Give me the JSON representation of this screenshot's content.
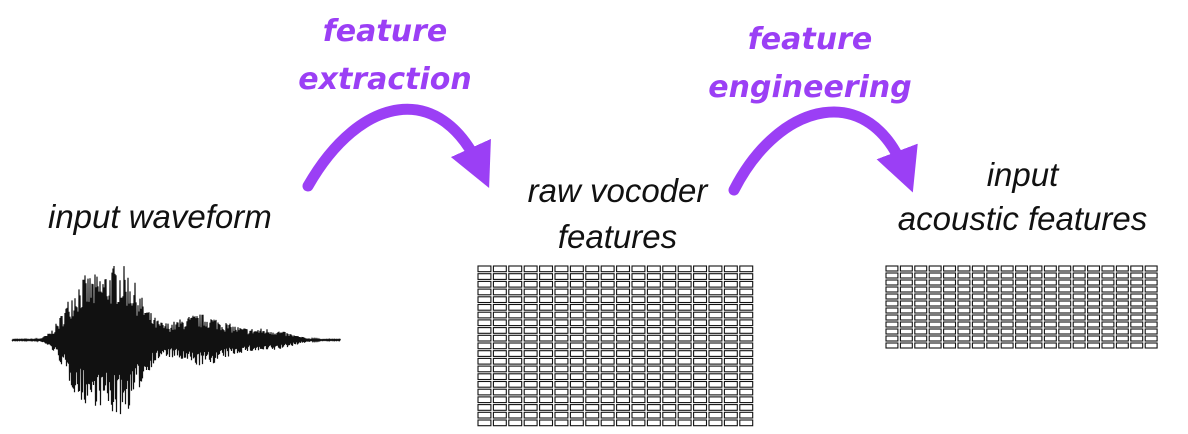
{
  "labels": {
    "input_waveform": "input waveform",
    "raw_vocoder_line1": "raw vocoder",
    "raw_vocoder_line2": "features",
    "input_acoustic_line1": "input",
    "input_acoustic_line2": "acoustic features"
  },
  "arrows": {
    "extraction_line1": "feature",
    "extraction_line2": "extraction",
    "engineering_line1": "feature",
    "engineering_line2": "engineering"
  },
  "grids": {
    "raw_vocoder": {
      "cols": 18,
      "rows": 21
    },
    "acoustic": {
      "cols": 19,
      "rows": 12
    }
  },
  "colors": {
    "accent": "#9b3ff5",
    "ink": "#111111"
  }
}
